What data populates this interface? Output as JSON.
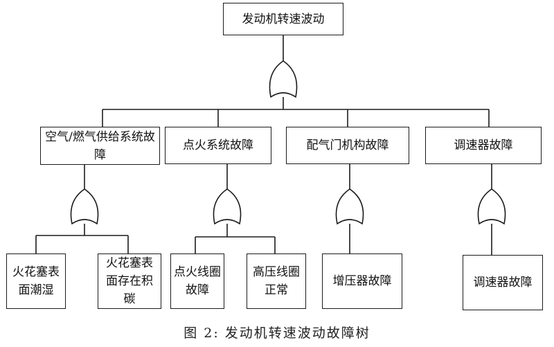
{
  "top_event": "发动机转速波动",
  "intermediate_events": [
    {
      "label": "空气/燃气供给系统故障"
    },
    {
      "label": "点火系统故障"
    },
    {
      "label": "配气门机构故障"
    },
    {
      "label": "调速器故障"
    }
  ],
  "basic_events": [
    {
      "label": "火花塞表面潮湿"
    },
    {
      "label": "火花塞表面存在积碳"
    },
    {
      "label": "点火线圈故障"
    },
    {
      "label": "高压线圈正常"
    },
    {
      "label": "增压器故障"
    },
    {
      "label": "调速器故障"
    }
  ],
  "gates": [
    "or",
    "or",
    "or",
    "or",
    "or"
  ],
  "caption": "图 2: 发动机转速波动故障树"
}
